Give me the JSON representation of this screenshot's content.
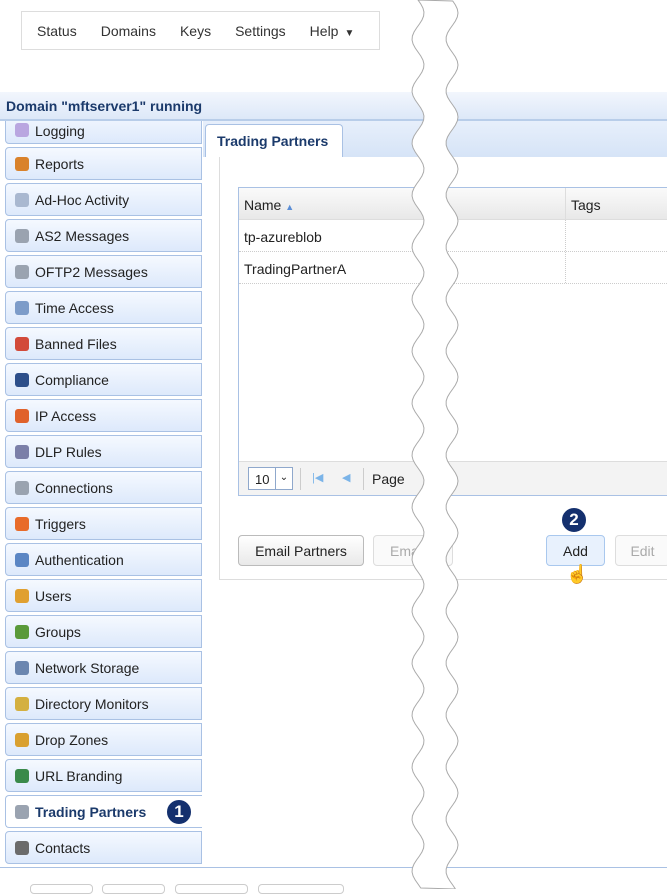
{
  "topnav": {
    "items": [
      "Status",
      "Domains",
      "Keys",
      "Settings",
      "Help"
    ]
  },
  "domain_status": "Domain \"mftserver1\" running",
  "sidebar": {
    "items": [
      {
        "label": "Logging",
        "icon": "speech-bubble-icon",
        "color": "#b9a6e0"
      },
      {
        "label": "Reports",
        "icon": "bar-chart-icon",
        "color": "#d9822b"
      },
      {
        "label": "Ad-Hoc Activity",
        "icon": "envelope-icon",
        "color": "#a9b8d0"
      },
      {
        "label": "AS2 Messages",
        "icon": "gears-icon",
        "color": "#9aa3b0"
      },
      {
        "label": "OFTP2 Messages",
        "icon": "gears-icon",
        "color": "#9aa3b0"
      },
      {
        "label": "Time Access",
        "icon": "clock-icon",
        "color": "#7d9cc9"
      },
      {
        "label": "Banned Files",
        "icon": "banned-file-icon",
        "color": "#d24a3a"
      },
      {
        "label": "Compliance",
        "icon": "officer-icon",
        "color": "#2d4f8a"
      },
      {
        "label": "IP Access",
        "icon": "firewall-icon",
        "color": "#e0622b"
      },
      {
        "label": "DLP Rules",
        "icon": "shield-icon",
        "color": "#7b7fa8"
      },
      {
        "label": "Connections",
        "icon": "gear-icon",
        "color": "#9aa3b0"
      },
      {
        "label": "Triggers",
        "icon": "trigger-icon",
        "color": "#e86b2a"
      },
      {
        "label": "Authentication",
        "icon": "id-card-icon",
        "color": "#5b86c4"
      },
      {
        "label": "Users",
        "icon": "user-icon",
        "color": "#e0a030"
      },
      {
        "label": "Groups",
        "icon": "group-icon",
        "color": "#5a9a3a"
      },
      {
        "label": "Network Storage",
        "icon": "network-icon",
        "color": "#6b86b0"
      },
      {
        "label": "Directory Monitors",
        "icon": "folder-monitor-icon",
        "color": "#d4b040"
      },
      {
        "label": "Drop Zones",
        "icon": "box-icon",
        "color": "#d9a030"
      },
      {
        "label": "URL Branding",
        "icon": "globe-icon",
        "color": "#3a8a4a"
      },
      {
        "label": "Trading Partners",
        "icon": "gear-icon",
        "color": "#9aa3b0",
        "active": true
      },
      {
        "label": "Contacts",
        "icon": "address-book-icon",
        "color": "#6b6b6b"
      }
    ]
  },
  "main": {
    "tab": "Trading Partners",
    "columns": [
      "Name",
      "Tags"
    ],
    "sort_indicator": "▲",
    "rows": [
      {
        "name": "tp-azureblob",
        "tags": ""
      },
      {
        "name": "TradingPartnerA",
        "tags": ""
      }
    ],
    "pager": {
      "page_size": "10",
      "page_label": "Page"
    },
    "buttons": {
      "email_partners": "Email Partners",
      "email": "Ema",
      "add": "Add",
      "edit": "Edit"
    }
  },
  "callouts": {
    "one": "1",
    "two": "2"
  },
  "colors": {
    "accent": "#14306e",
    "sidebar_border": "#a9c1e4"
  }
}
